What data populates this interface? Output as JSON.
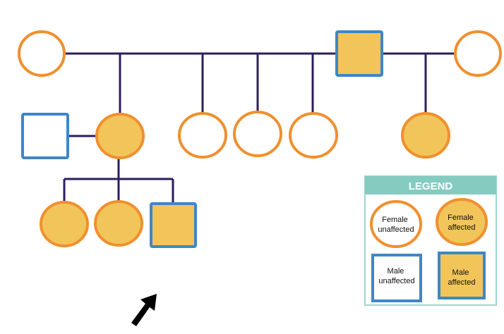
{
  "colors": {
    "affected_fill": "#f2c55a",
    "unaffected_fill": "#ffffff",
    "female_border": "#f0902e",
    "male_border": "#3f86c6",
    "line": "#2d1d5c",
    "legend_header": "#86cbbf",
    "legend_border": "#9fd5cc",
    "arrow": "#000000"
  },
  "pedigree": {
    "generation_1": [
      {
        "id": "g1-female-left",
        "sex": "female",
        "affected": false
      },
      {
        "id": "g1-male",
        "sex": "male",
        "affected": true
      },
      {
        "id": "g1-female-right",
        "sex": "female",
        "affected": false
      }
    ],
    "generation_2": [
      {
        "id": "g2-male-spouse",
        "sex": "male",
        "affected": false
      },
      {
        "id": "g2-female-1",
        "sex": "female",
        "affected": true
      },
      {
        "id": "g2-female-2",
        "sex": "female",
        "affected": false
      },
      {
        "id": "g2-female-3",
        "sex": "female",
        "affected": false
      },
      {
        "id": "g2-female-4",
        "sex": "female",
        "affected": false
      },
      {
        "id": "g2-female-5",
        "sex": "female",
        "affected": true
      }
    ],
    "generation_3": [
      {
        "id": "g3-female-1",
        "sex": "female",
        "affected": true
      },
      {
        "id": "g3-female-2",
        "sex": "female",
        "affected": true
      },
      {
        "id": "g3-male-proband",
        "sex": "male",
        "affected": true,
        "proband": true
      }
    ]
  },
  "legend": {
    "title": "LEGEND",
    "female_unaffected": [
      "Female",
      "unaffected"
    ],
    "female_affected": [
      "Female",
      "affected"
    ],
    "male_unaffected": [
      "Male",
      "unaffected"
    ],
    "male_affected": [
      "Male",
      "affected"
    ]
  },
  "proband_marker": "arrow-icon"
}
